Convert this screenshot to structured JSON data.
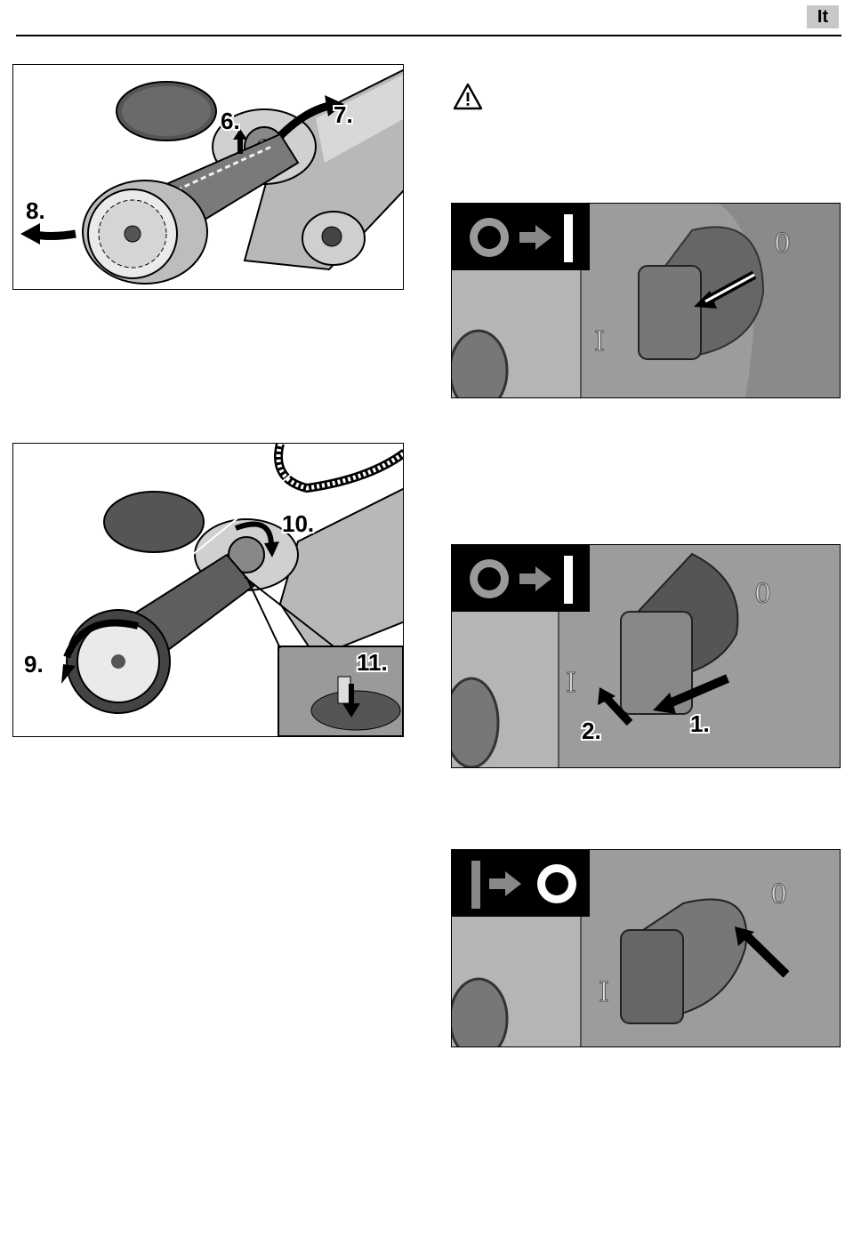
{
  "header": {
    "language_tag": "It"
  },
  "figures": {
    "belt_removal": {
      "steps": [
        "6.",
        "7.",
        "8."
      ]
    },
    "belt_install": {
      "steps": [
        "10.",
        "9.",
        "11."
      ]
    },
    "switch_on": {
      "steps": [
        "2.",
        "1."
      ]
    }
  },
  "icons": {
    "warning": "warning-triangle-icon",
    "switch_on_lock": "off-to-on-icon",
    "switch_on_momentary": "off-to-on-icon",
    "switch_off": "on-to-off-icon"
  },
  "colors": {
    "tag_bg": "#c8c8c8",
    "ink": "#000000",
    "illustration_gray": "#9a9a9a"
  }
}
